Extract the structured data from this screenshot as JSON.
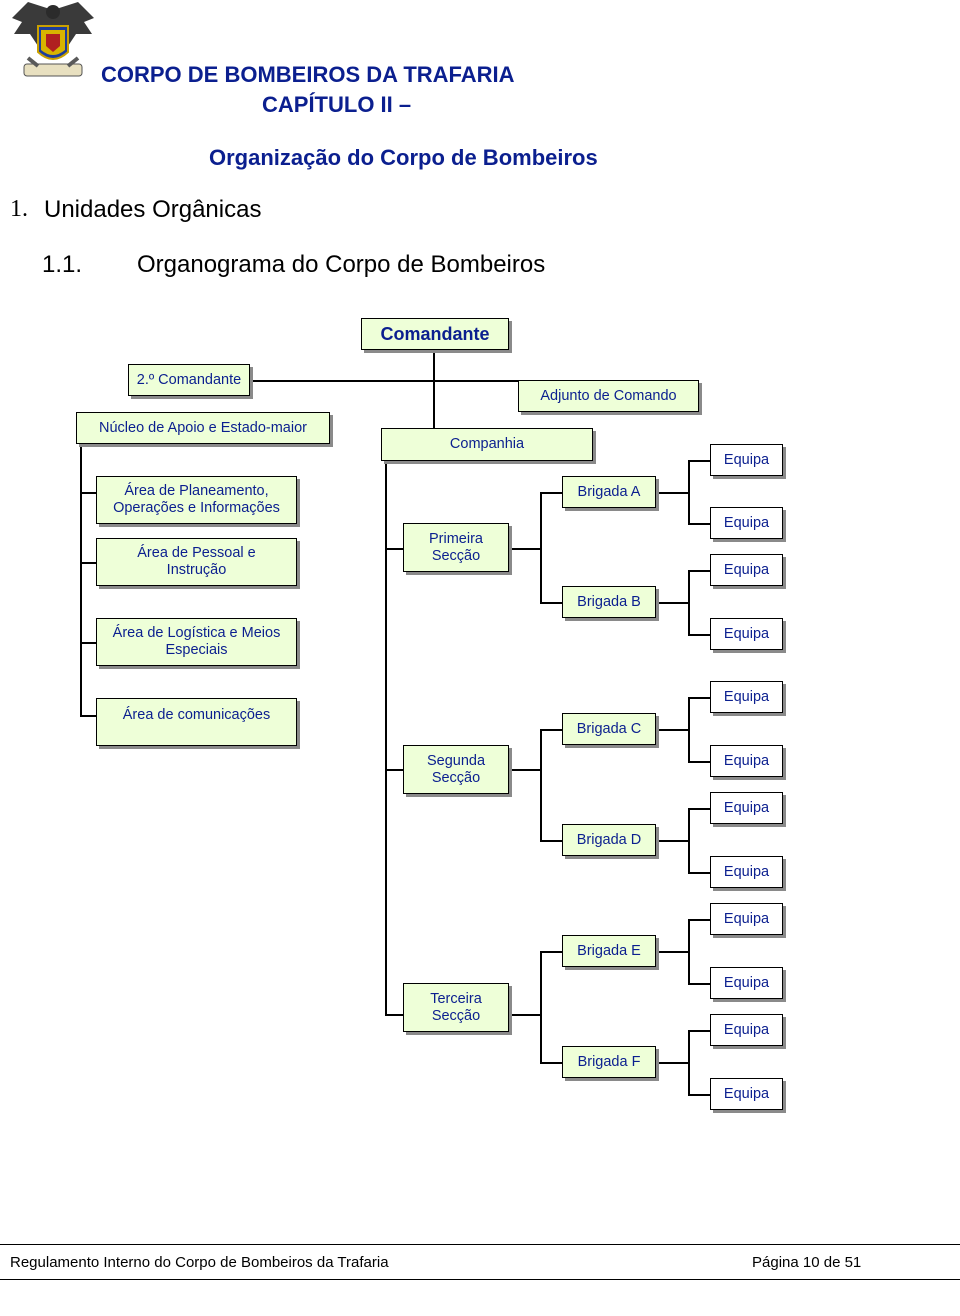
{
  "header": {
    "logo": "corps-crest-logo",
    "org_name": "CORPO DE BOMBEIROS DA TRAFARIA",
    "chapter": "CAPÍTULO II –",
    "chapter_title": "Organização do Corpo de Bombeiros"
  },
  "sections": {
    "s1_number": "1.",
    "s1_title": "Unidades Orgânicas",
    "s11_number": "1.1.",
    "s11_title": "Organograma do Corpo de Bombeiros"
  },
  "org_chart": {
    "comandante": "Comandante",
    "segundo_comandante": "2.º Comandante",
    "adjunto": "Adjunto de Comando",
    "nucleo": "Núcleo de Apoio e Estado-maior",
    "companhia": "Companhia",
    "areas": [
      "Área de Planeamento, Operações e Informações",
      "Área de Pessoal e Instrução",
      "Área de Logística e Meios Especiais",
      "Área de comunicações"
    ],
    "seccoes": [
      "Primeira Secção",
      "Segunda Secção",
      "Terceira Secção"
    ],
    "brigadas": [
      "Brigada A",
      "Brigada B",
      "Brigada C",
      "Brigada D",
      "Brigada E",
      "Brigada F"
    ],
    "equipa": "Equipa"
  },
  "footer": {
    "document_title": "Regulamento Interno do Corpo de Bombeiros da Trafaria",
    "page": "Página 10 de 51"
  }
}
